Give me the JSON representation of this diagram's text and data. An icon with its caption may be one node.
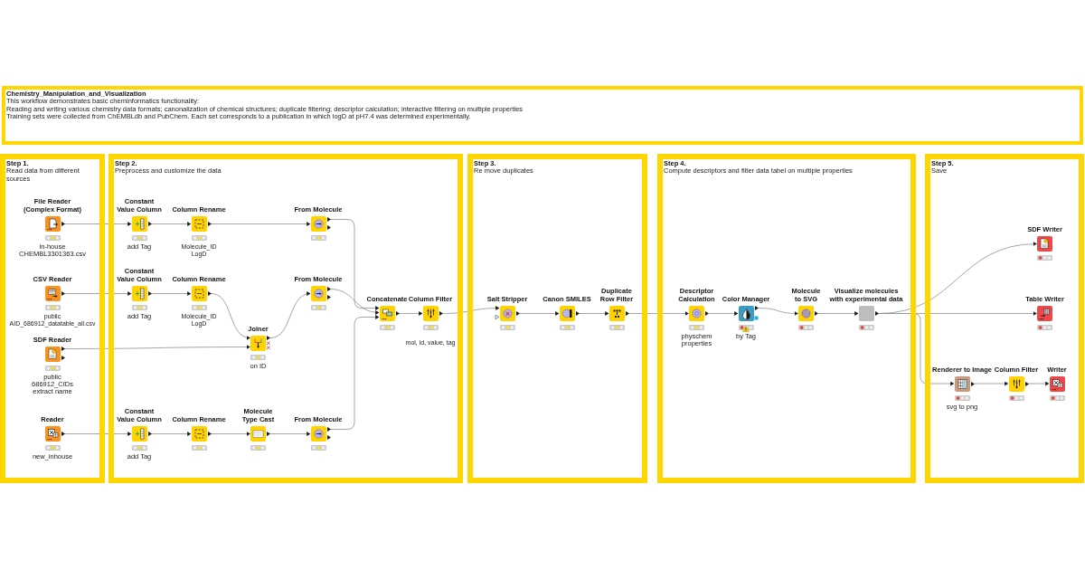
{
  "diagram": {
    "nodes": [
      {
        "text": [
          "Chemistry_Manipulation_and_Visualization",
          "This workflow demonstrates basic cheminformatics functionality:",
          "Reading and writing various chemistry data formats; canonalization of chemical structures; duplicate filtering; descriptor calculation; interactive filtering on multiple properties",
          "Training sets were collected from ChEMBLdb and PubChem. Each set corresponds to a publication in which logD at pH7.4 was determined experimentally."
        ]
      },
      {
        "text": [
          "Step 1.",
          "Read data from different sources"
        ]
      },
      {
        "text": [
          "File Reader (Complex Format)"
        ],
        "in": 1,
        "beside": [
          "in-house CHEMBL3301363.csv"
        ]
      },
      {
        "text": [
          "CSV Reader"
        ],
        "in": 1,
        "beside": [
          "public AID_686912_datatable_all.csv"
        ]
      },
      {
        "text": [
          "SDF Reader"
        ],
        "in": 1,
        "beside": [
          "public 686912_CIDs extract name"
        ]
      },
      {
        "text": [
          "Reader"
        ],
        "in": 1,
        "beside": [
          "new_inhouse"
        ]
      },
      {
        "text": [
          "Step 2.",
          "Preprocess and customize the data"
        ]
      },
      {
        "text": [
          "Constant Value Column"
        ],
        "in": 6,
        "beside": [
          "add Tag"
        ]
      },
      {
        "text": [
          "Column Rename"
        ],
        "in": 6,
        "beside": [
          "Molecule_ID LogD"
        ]
      },
      {
        "text": [
          "From Molecule"
        ],
        "in": 6
      },
      {
        "text": [
          "Constant Value Column"
        ],
        "in": 6,
        "beside": [
          "add Tag"
        ]
      },
      {
        "text": [
          "Column Rename"
        ],
        "in": 6,
        "beside": [
          "Molecule_ID LogD"
        ]
      },
      {
        "text": [
          "From Molecule"
        ],
        "in": 6
      },
      {
        "text": [
          "Joiner"
        ],
        "in": 6,
        "beside": [
          "on ID"
        ]
      },
      {
        "text": [
          "Constant Value Column"
        ],
        "in": 6,
        "beside": [
          "add Tag"
        ]
      },
      {
        "text": [
          "Column Rename"
        ],
        "in": 6
      },
      {
        "text": [
          "Molecule Type Cast"
        ],
        "in": 6
      },
      {
        "text": [
          "From Molecule"
        ],
        "in": 6
      },
      {
        "text": [
          "Concatenate"
        ],
        "in": 6
      },
      {
        "text": [
          "Column Filter"
        ],
        "in": 6,
        "beside": [
          "mol, id, value, tag"
        ]
      },
      {
        "text": [
          "Step 3.",
          "Re move duplicates"
        ]
      },
      {
        "text": [
          "Salt Stripper"
        ],
        "in": 20
      },
      {
        "text": [
          "Canon SMILES"
        ],
        "in": 20
      },
      {
        "text": [
          "Duplicate Row Filter"
        ],
        "in": 20
      },
      {
        "text": [
          "Step 4.",
          "Compute descriptors and filter data tabel on multiple properties"
        ]
      },
      {
        "text": [
          "Descriptor Calculation"
        ],
        "in": 24,
        "beside": [
          "physchem properties"
        ]
      },
      {
        "text": [
          "Color Manager"
        ],
        "in": 24,
        "beside": [
          "by Tag"
        ]
      },
      {
        "text": [
          "Molecule to SVG"
        ],
        "in": 24
      },
      {
        "text": [
          "Visualize molecules with experimental data"
        ],
        "in": 24
      },
      {
        "text": [
          "Step 5.",
          "Save"
        ]
      },
      {
        "text": [
          "SDF Writer"
        ],
        "in": 29
      },
      {
        "text": [
          "Table Writer"
        ],
        "in": 29
      },
      {
        "text": [
          "Renderer to Image"
        ],
        "in": 29,
        "beside": [
          "svg to png"
        ]
      },
      {
        "text": [
          "Column Filter"
        ],
        "in": 29
      },
      {
        "text": [
          "Writer"
        ],
        "in": 29
      }
    ],
    "edges": [
      {
        "from": 2,
        "to": 7,
        "arrow": "to"
      },
      {
        "from": 7,
        "to": 8,
        "arrow": "to"
      },
      {
        "from": 8,
        "to": 9,
        "arrow": "to"
      },
      {
        "from": 3,
        "to": 10,
        "arrow": "to"
      },
      {
        "from": 10,
        "to": 11,
        "arrow": "to"
      },
      {
        "from": 11,
        "to": 13,
        "arrow": "to"
      },
      {
        "from": 4,
        "to": 13,
        "arrow": "to"
      },
      {
        "from": 13,
        "to": 12,
        "arrow": "to"
      },
      {
        "from": 5,
        "to": 14,
        "arrow": "to"
      },
      {
        "from": 14,
        "to": 15,
        "arrow": "to"
      },
      {
        "from": 15,
        "to": 16,
        "arrow": "to"
      },
      {
        "from": 16,
        "to": 17,
        "arrow": "to"
      },
      {
        "from": 9,
        "to": 18,
        "arrow": "to"
      },
      {
        "from": 12,
        "to": 18,
        "arrow": "to"
      },
      {
        "from": 17,
        "to": 18,
        "arrow": "to"
      },
      {
        "from": 18,
        "to": 19,
        "arrow": "to"
      },
      {
        "from": 19,
        "to": 21,
        "arrow": "to"
      },
      {
        "from": 21,
        "to": 22,
        "arrow": "to"
      },
      {
        "from": 22,
        "to": 23,
        "arrow": "to"
      },
      {
        "from": 23,
        "to": 25,
        "arrow": "to"
      },
      {
        "from": 25,
        "to": 26,
        "arrow": "to"
      },
      {
        "from": 26,
        "to": 27,
        "arrow": "to"
      },
      {
        "from": 27,
        "to": 28,
        "arrow": "to"
      },
      {
        "from": 28,
        "to": 30,
        "arrow": "to"
      },
      {
        "from": 28,
        "to": 31,
        "arrow": "to"
      },
      {
        "from": 28,
        "to": 32,
        "arrow": "to"
      },
      {
        "from": 32,
        "to": 33,
        "arrow": "to"
      },
      {
        "from": 33,
        "to": 34,
        "arrow": "to"
      }
    ]
  }
}
